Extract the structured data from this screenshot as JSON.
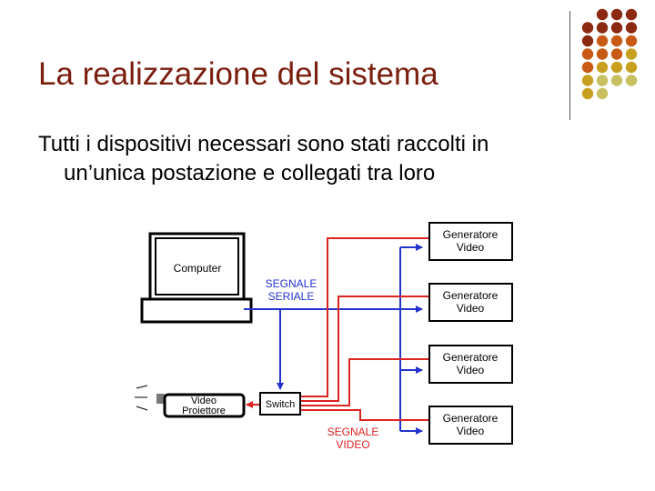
{
  "slide": {
    "title": "La realizzazione del sistema",
    "bullet_line1": "Tutti i dispositivi necessari sono stati raccolti in",
    "bullet_line2": "un’unica postazione e collegati tra loro"
  },
  "decoration": {
    "dot_colors": {
      "dark_red": "#8b2a10",
      "orange": "#c85a16",
      "gold": "#c8a020",
      "olive": "#c8c060"
    }
  },
  "diagram": {
    "computer_label": "Computer",
    "projector_label_line1": "Video",
    "projector_label_line2": "Proiettore",
    "switch_label": "Switch",
    "serial_label_line1": "SEGNALE",
    "serial_label_line2": "SERIALE",
    "video_signal_line1": "SEGNALE",
    "video_signal_line2": "VIDEO",
    "generators": [
      {
        "line1": "Generatore",
        "line2": "Video"
      },
      {
        "line1": "Generatore",
        "line2": "Video"
      },
      {
        "line1": "Generatore",
        "line2": "Video"
      },
      {
        "line1": "Generatore",
        "line2": "Video"
      }
    ],
    "colors": {
      "serial": "#2233cc",
      "video": "#dd2222",
      "black": "#000000"
    }
  }
}
